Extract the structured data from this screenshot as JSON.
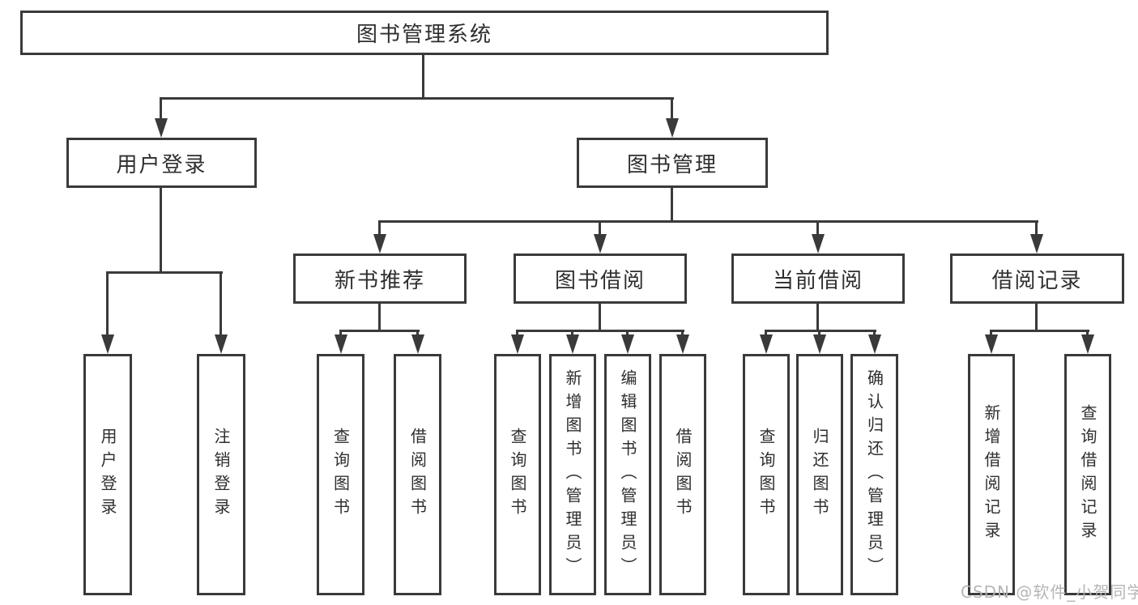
{
  "diagram": {
    "root": "图书管理系统",
    "level2": {
      "user_login": "用户登录",
      "book_management": "图书管理"
    },
    "level3": {
      "new_book_recommendation": "新书推荐",
      "book_borrowing": "图书借阅",
      "current_borrowing": "当前借阅",
      "borrowing_records": "借阅记录"
    },
    "leaves": {
      "user_login": "用户登录",
      "logout": "注销登录",
      "query_books_newrec": "查询图书",
      "borrow_books_newrec": "借阅图书",
      "query_books_borrowing": "查询图书",
      "add_books_admin": "新增图书（管理员）",
      "edit_books_admin": "编辑图书（管理员）",
      "borrow_books_borrowing": "借阅图书",
      "query_books_current": "查询图书",
      "return_books": "归还图书",
      "confirm_return_admin": "确认归还（管理员）",
      "add_borrow_record": "新增借阅记录",
      "query_borrow_record": "查询借阅记录"
    }
  },
  "watermark": "CSDN @软件_小贺同学",
  "colors": {
    "line": "#3a3a3a",
    "text": "#2e2e2e",
    "box_background": "#ffffff",
    "page_background": "#ffffff",
    "watermark": "#b2b2b2"
  }
}
